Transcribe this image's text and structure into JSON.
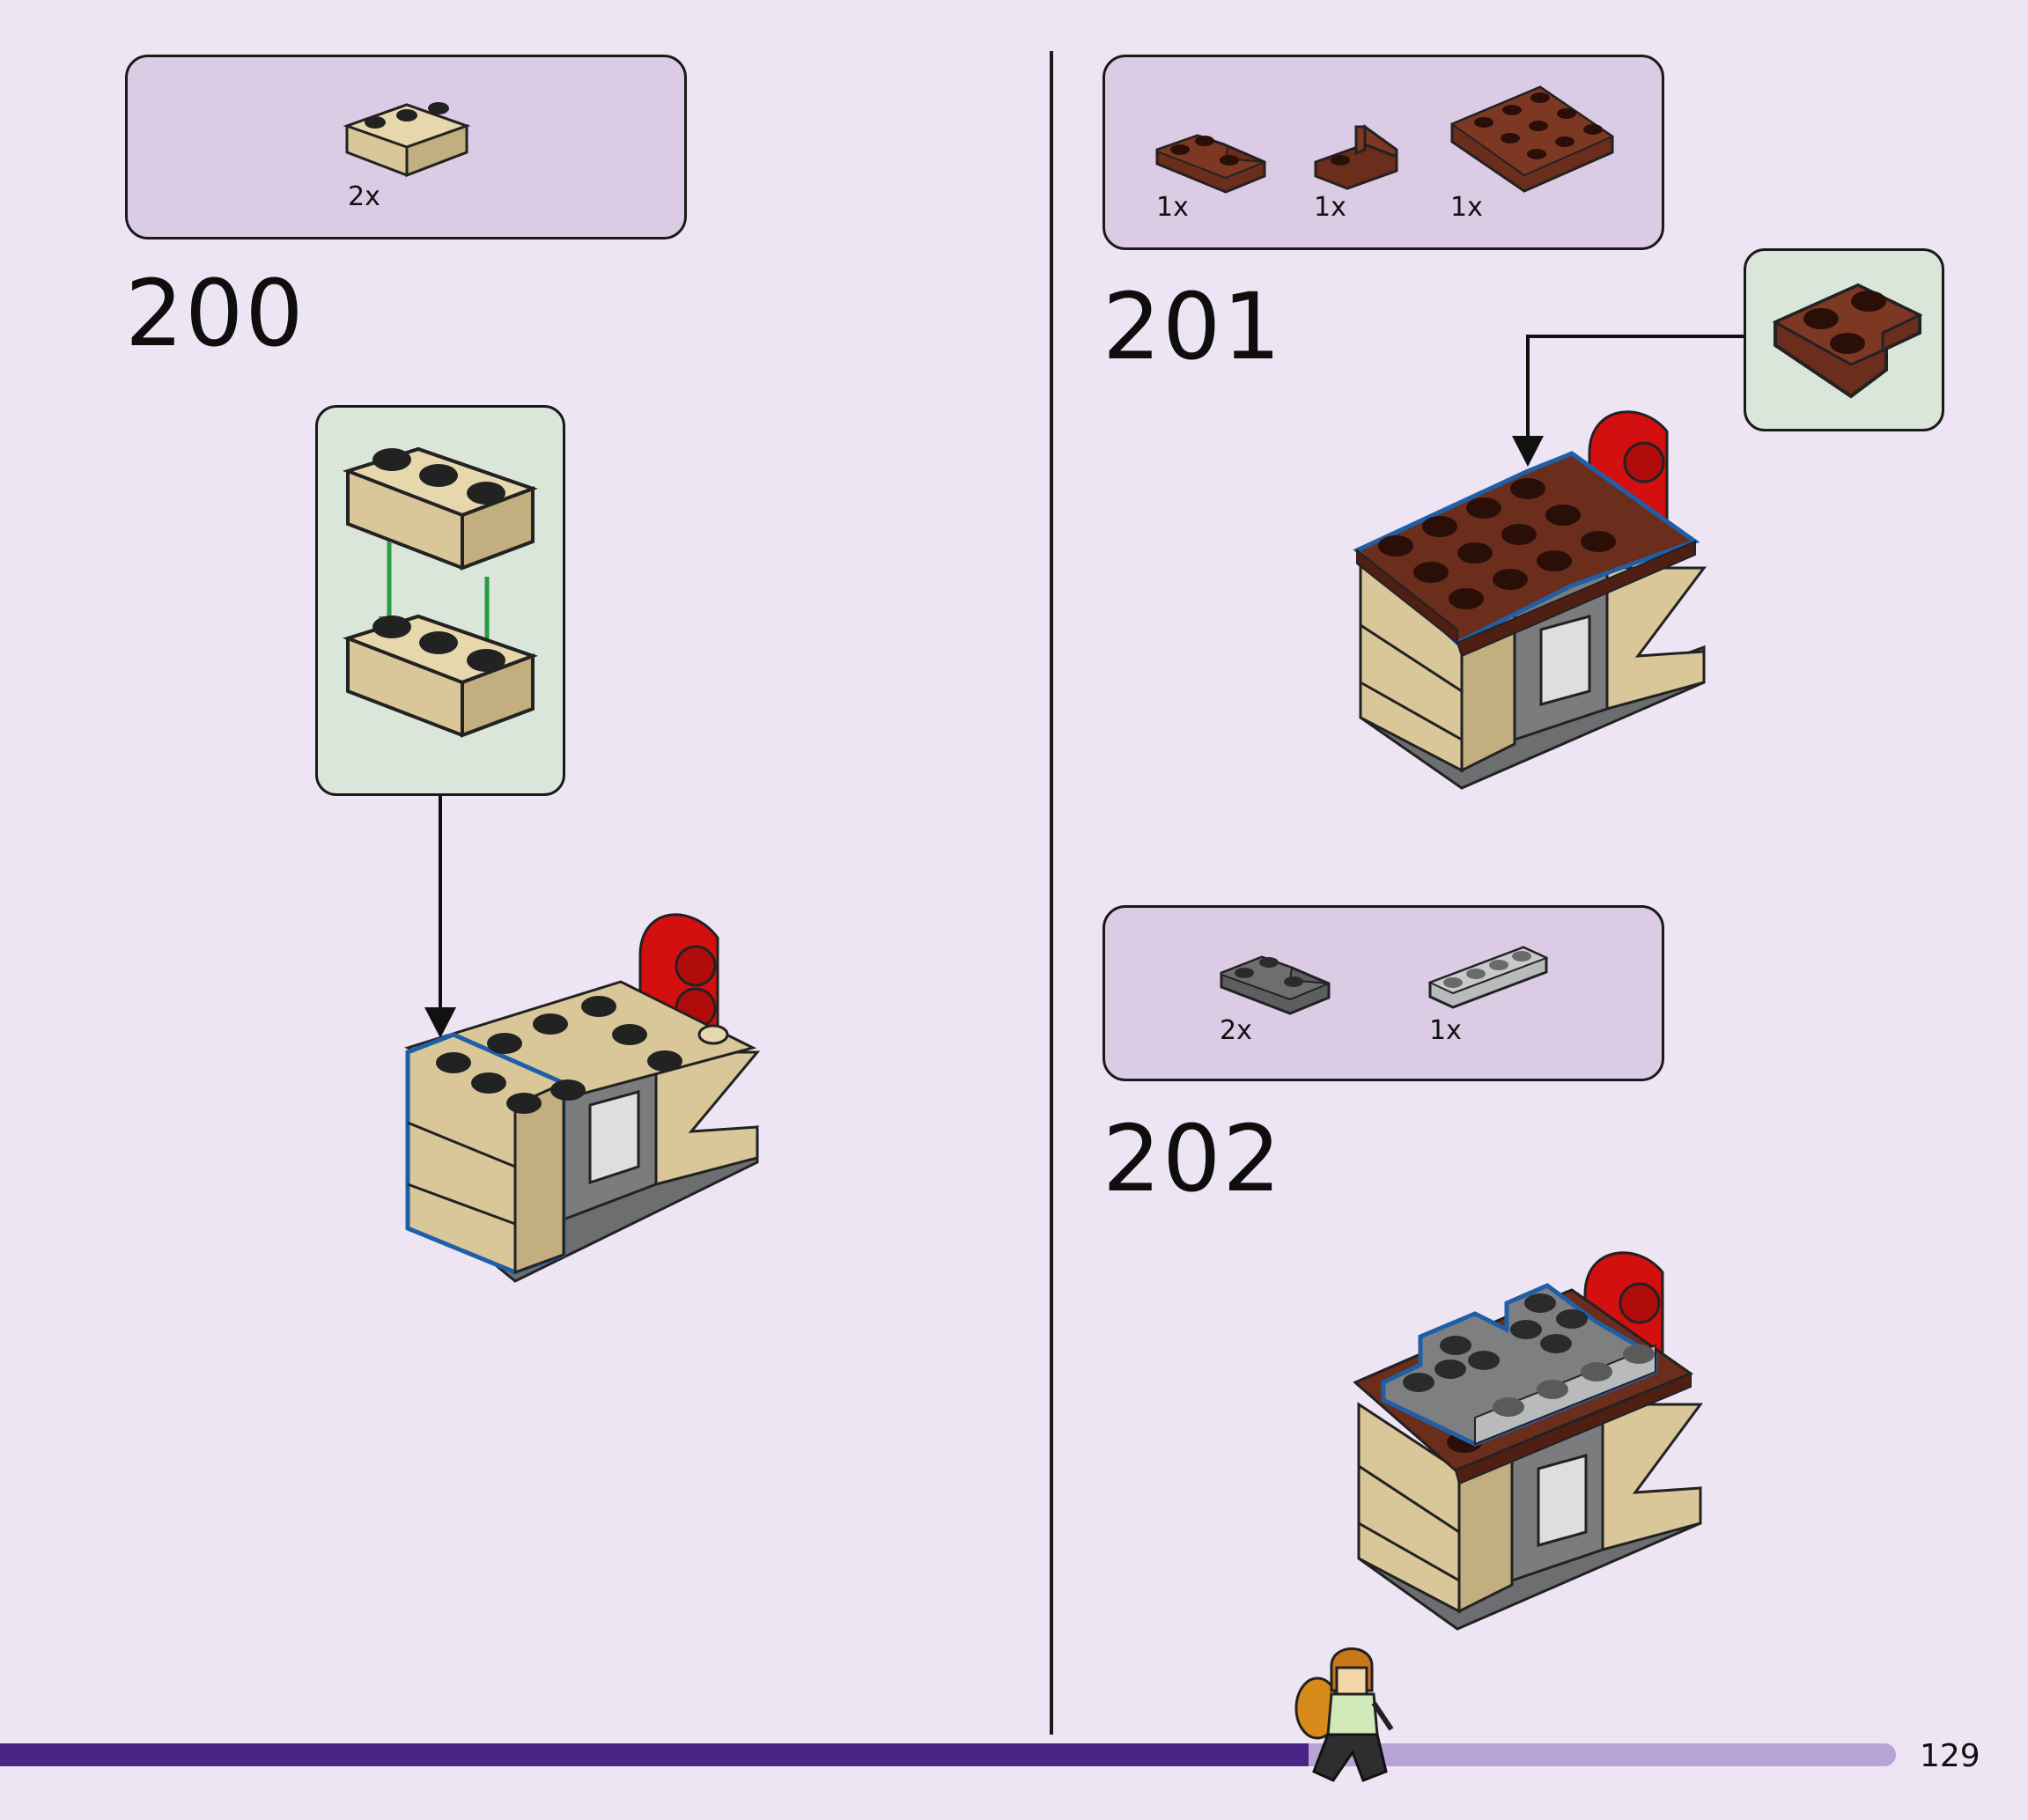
{
  "page": {
    "number": "129",
    "progress": 0.69
  },
  "steps": [
    {
      "number": "200",
      "parts": [
        {
          "qty": "2x",
          "name": "tan-brick-1x3"
        }
      ]
    },
    {
      "number": "201",
      "parts": [
        {
          "qty": "1x",
          "name": "brown-corner-plate-2x2"
        },
        {
          "qty": "1x",
          "name": "brown-bracket-1x2"
        },
        {
          "qty": "1x",
          "name": "brown-plate-3x4"
        }
      ]
    },
    {
      "number": "202",
      "parts": [
        {
          "qty": "2x",
          "name": "dark-gray-corner-plate-2x2"
        },
        {
          "qty": "1x",
          "name": "light-gray-plate-1x4"
        }
      ]
    }
  ],
  "colors": {
    "background": "#ede5f3",
    "parts_box": "#dccbe5",
    "sub_box": "#d9e6d9",
    "tan": "#d9c79a",
    "brown": "#6b2d1c",
    "red": "#d40f0f",
    "dark_gray": "#6c6e70",
    "light_gray": "#b8babb",
    "progress_done": "#4b2585",
    "progress_todo": "#b7a3d6",
    "highlight": "#1f5fa8"
  }
}
